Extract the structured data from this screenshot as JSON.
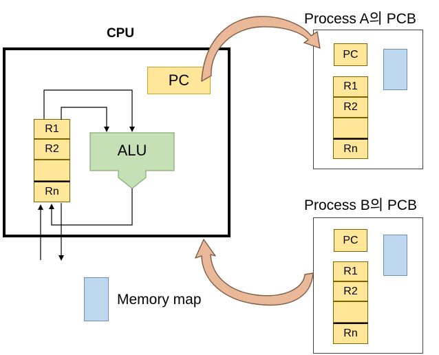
{
  "cpu": {
    "title": "CPU",
    "pc_label": "PC",
    "alu_label": "ALU",
    "registers": [
      "R1",
      "R2",
      "",
      "Rn"
    ]
  },
  "pcb_a": {
    "title": "Process A의 PCB",
    "pc_label": "PC",
    "registers": [
      "R1",
      "R2",
      "",
      "Rn"
    ]
  },
  "pcb_b": {
    "title": "Process B의 PCB",
    "pc_label": "PC",
    "registers": [
      "R1",
      "R2",
      "",
      "Rn"
    ]
  },
  "legend": {
    "memory_map_label": "Memory map"
  },
  "colors": {
    "register_fill": "#ffe699",
    "alu_fill": "#c5e0b4",
    "memory_fill": "#bdd7ee",
    "arrow_fill": "#e8b898"
  }
}
